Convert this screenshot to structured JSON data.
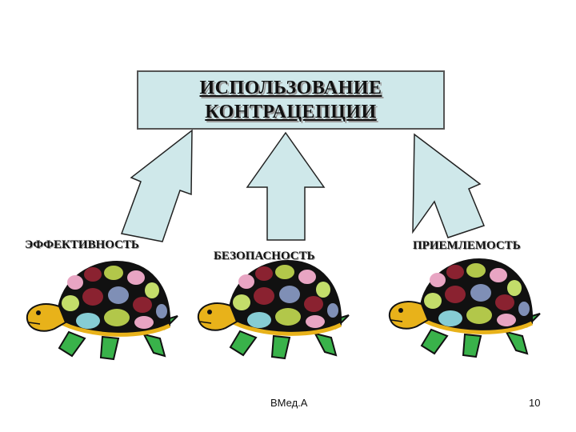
{
  "title": {
    "line1": "ИСПОЛЬЗОВАНИЕ",
    "line2": "КОНТРАЦЕПЦИИ"
  },
  "factors": [
    {
      "label": "ЭФФЕКТИВНОСТЬ",
      "icon": "turtle-icon"
    },
    {
      "label": "БЕЗОПАСНОСТЬ",
      "icon": "turtle-icon"
    },
    {
      "label": "ПРИЕМЛЕМОСТЬ",
      "icon": "turtle-icon"
    }
  ],
  "footer": {
    "center": "ВМед.А",
    "page_number": "10"
  },
  "colors": {
    "title_box_fill": "#cfe8ea",
    "arrow_fill": "#cfe8ea",
    "turtle_head": "#e8b21a",
    "turtle_legs": "#39b24a"
  }
}
